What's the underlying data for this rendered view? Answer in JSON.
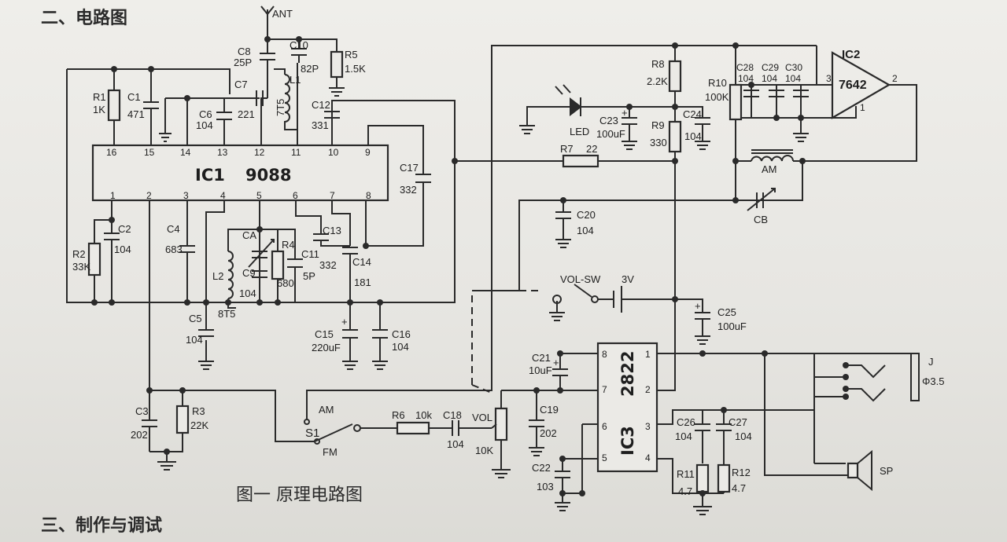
{
  "headings": {
    "section_two": "二、电路图",
    "section_three": "三、制作与调试",
    "figure_caption": "图一    原理电路图"
  },
  "ics": {
    "ic1": {
      "name": "IC1",
      "part": "9088",
      "top_pins": [
        "16",
        "15",
        "14",
        "13",
        "12",
        "11",
        "10",
        "9"
      ],
      "bottom_pins": [
        "1",
        "2",
        "3",
        "4",
        "5",
        "6",
        "7",
        "8"
      ]
    },
    "ic2": {
      "name": "IC2",
      "part": "7642",
      "pins": [
        "3",
        "2",
        "1"
      ]
    },
    "ic3": {
      "name": "IC3",
      "part": "2822",
      "left_pins": [
        "8",
        "7",
        "6",
        "5"
      ],
      "right_pins": [
        "1",
        "2",
        "3",
        "4"
      ]
    }
  },
  "components": {
    "antenna": "ANT",
    "c8": {
      "ref": "C8",
      "val": "25P"
    },
    "c10": {
      "ref": "C10",
      "val": "82P"
    },
    "r5": {
      "ref": "R5",
      "val": "1.5K"
    },
    "r1": {
      "ref": "R1",
      "val": "1K"
    },
    "c1": {
      "ref": "C1",
      "val": "471"
    },
    "c6": {
      "ref": "C6",
      "val": "104"
    },
    "c7": {
      "ref": "C7",
      "val": "221"
    },
    "l1": {
      "ref": "L1",
      "val": "7T5"
    },
    "c12": {
      "ref": "C12",
      "val": "331"
    },
    "c17": {
      "ref": "C17",
      "val": "332"
    },
    "r2": {
      "ref": "R2",
      "val": "33K"
    },
    "c2": {
      "ref": "C2",
      "val": "104"
    },
    "c4": {
      "ref": "C4",
      "val": "683"
    },
    "l2": {
      "ref": "L2",
      "val": "8T5"
    },
    "ca": {
      "ref": "CA"
    },
    "c9": {
      "ref": "C9",
      "val": "104"
    },
    "r4": {
      "ref": "R4",
      "val": "680"
    },
    "c11": {
      "ref": "C11",
      "val": "5P"
    },
    "c13": {
      "ref": "C13",
      "val": "332"
    },
    "c14": {
      "ref": "C14",
      "val": "181"
    },
    "c5": {
      "ref": "C5",
      "val": "104"
    },
    "c15": {
      "ref": "C15",
      "val": "220uF"
    },
    "c16": {
      "ref": "C16",
      "val": "104"
    },
    "c3": {
      "ref": "C3",
      "val": "202"
    },
    "r3": {
      "ref": "R3",
      "val": "22K"
    },
    "s1": {
      "ref": "S1",
      "am": "AM",
      "fm": "FM"
    },
    "r6": {
      "ref": "R6",
      "val": "10k"
    },
    "c18": {
      "ref": "C18",
      "val": "104"
    },
    "vol": {
      "ref": "VOL",
      "val": "10K"
    },
    "led": "LED",
    "c23": {
      "ref": "C23",
      "val": "100uF"
    },
    "r8": {
      "ref": "R8",
      "val": "2.2K"
    },
    "r9": {
      "ref": "R9",
      "val": "330"
    },
    "c24": {
      "ref": "C24",
      "val": "104"
    },
    "r7": {
      "ref": "R7",
      "val": "22"
    },
    "c20": {
      "ref": "C20",
      "val": "104"
    },
    "volsw": "VOL-SW",
    "battery": "3V",
    "c25": {
      "ref": "C25",
      "val": "100uF"
    },
    "r10": {
      "ref": "R10",
      "val": "100K"
    },
    "c28": {
      "ref": "C28",
      "val": "104"
    },
    "c29": {
      "ref": "C29",
      "val": "104"
    },
    "c30": {
      "ref": "C30",
      "val": "104"
    },
    "am_coil": "AM",
    "cb": "CB",
    "c21": {
      "ref": "C21",
      "val": "10uF"
    },
    "c19": {
      "ref": "C19",
      "val": "202"
    },
    "c22": {
      "ref": "C22",
      "val": "103"
    },
    "c26": {
      "ref": "C26",
      "val": "104"
    },
    "c27": {
      "ref": "C27",
      "val": "104"
    },
    "r11": {
      "ref": "R11",
      "val": "4.7"
    },
    "r12": {
      "ref": "R12",
      "val": "4.7"
    },
    "jack": {
      "ref": "J",
      "val": "Φ3.5"
    },
    "speaker": "SP"
  }
}
